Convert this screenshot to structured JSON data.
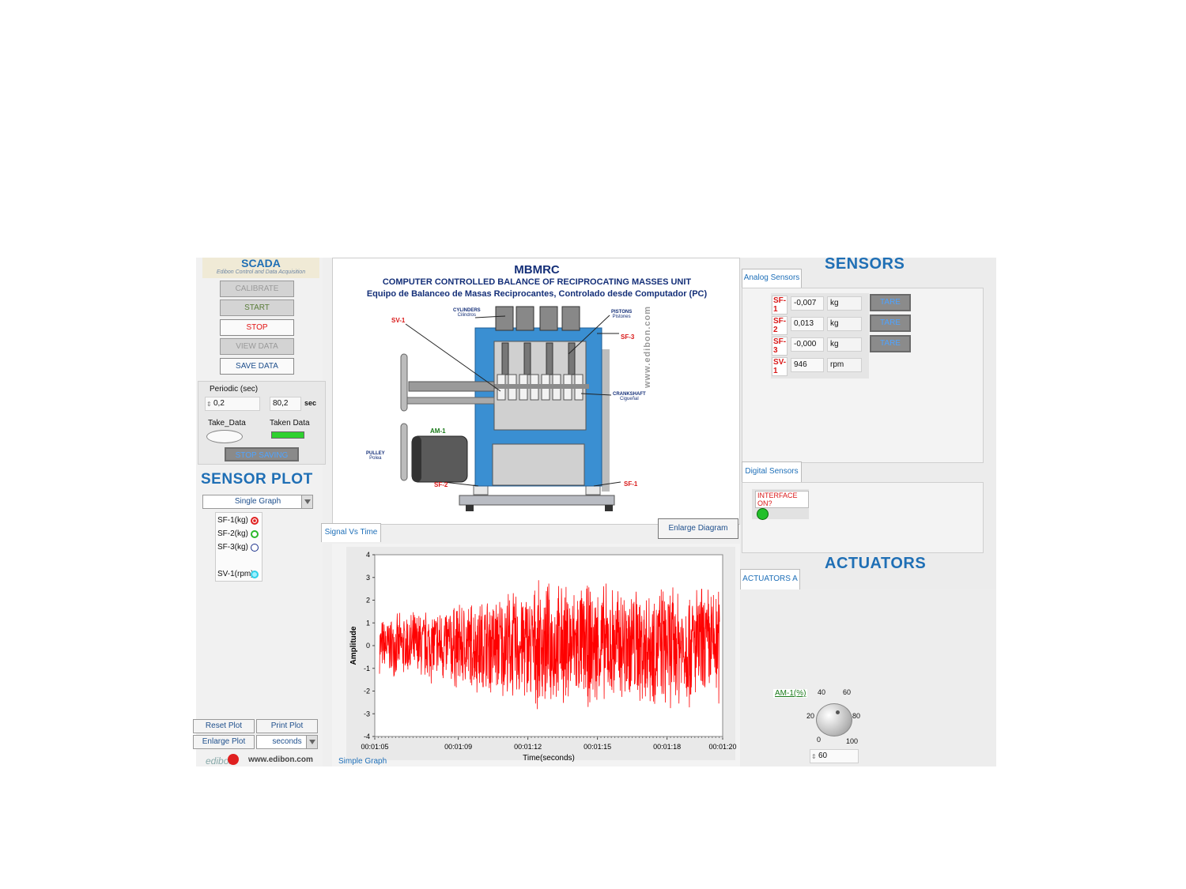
{
  "scada": {
    "title": "SCADA",
    "subtitle": "Edibon Control and Data Acquisition",
    "buttons": {
      "calibrate": "CALIBRATE",
      "start": "START",
      "stop": "STOP",
      "view_data": "VIEW DATA",
      "save_data": "SAVE DATA"
    },
    "periodic_label": "Periodic (sec)",
    "periodic_value": "0,2",
    "elapsed_value": "80,2",
    "elapsed_unit": "sec",
    "take_data_label": "Take_Data",
    "taken_data_label": "Taken Data",
    "stop_saving": "STOP SAVING"
  },
  "sensor_plot": {
    "title": "SENSOR PLOT",
    "mode": "Single Graph",
    "legend": [
      {
        "label": "SF-1(kg)",
        "color": "#e02020"
      },
      {
        "label": "SF-2(kg)",
        "color": "#2ab82a"
      },
      {
        "label": "SF-3(kg)",
        "color": "#1a2f8a"
      },
      {
        "label": "SV-1(rpm)",
        "color": "#2fd0e8"
      }
    ],
    "reset_plot": "Reset Plot",
    "print_plot": "Print Plot",
    "enlarge_plot": "Enlarge Plot",
    "time_unit": "seconds",
    "footer_url": "www.edibon.com"
  },
  "diagram": {
    "title": "MBMRC",
    "subtitle_en": "COMPUTER CONTROLLED BALANCE OF RECIPROCATING MASSES UNIT",
    "subtitle_es": "Equipo de Balanceo de Masas Reciprocantes, Controlado desde Computador (PC)",
    "labels": {
      "sv1": "SV-1",
      "cylinders": "CYLINDERS",
      "cylinders_es": "Cilindros",
      "pistons": "PISTONS",
      "pistons_es": "Pistones",
      "sf3": "SF-3",
      "crankshaft": "CRANKSHAFT",
      "crankshaft_es": "Cigueñal",
      "am1": "AM-1",
      "pulley": "PULLEY",
      "pulley_es": "Polea",
      "sf2": "SF-2",
      "sf1": "SF-1"
    },
    "watermark": "www.edibon.com",
    "enlarge": "Enlarge Diagram"
  },
  "graph": {
    "tab": "Signal Vs Time",
    "footer_tab": "Simple Graph"
  },
  "chart_data": {
    "type": "line",
    "title": "",
    "xlabel": "Time(seconds)",
    "ylabel": "Amplitude",
    "x_ticks": [
      "00:01:05",
      "00:01:09",
      "00:01:12",
      "00:01:15",
      "00:01:18",
      "00:01:20"
    ],
    "y_ticks": [
      "4",
      "3",
      "2",
      "1",
      "0",
      "-1",
      "-2",
      "-3",
      "-4"
    ],
    "ylim": [
      -4,
      4
    ],
    "series": [
      {
        "color": "#ff0000",
        "description_values": {
          "envelope_start": 1.0,
          "envelope_end": 2.9
        }
      }
    ],
    "grid": false
  },
  "sensors": {
    "title": "SENSORS",
    "analog_tab": "Analog Sensors",
    "rows": [
      {
        "name": "SF-1",
        "value": "-0,007",
        "unit": "kg",
        "tare": "TARE"
      },
      {
        "name": "SF-2",
        "value": "0,013",
        "unit": "kg",
        "tare": "TARE"
      },
      {
        "name": "SF-3",
        "value": "-0,000",
        "unit": "kg",
        "tare": "TARE"
      },
      {
        "name": "SV-1",
        "value": "946",
        "unit": "rpm"
      }
    ],
    "digital_tab": "Digital Sensors",
    "interface_label": "INTERFACE ON?",
    "interface_color": "#22c02a"
  },
  "actuators": {
    "title": "ACTUATORS",
    "tab": "ACTUATORS A",
    "knob_label": "AM-1(%)",
    "knob_ticks": [
      "0",
      "20",
      "40",
      "60",
      "80",
      "100"
    ],
    "knob_value": "60"
  }
}
